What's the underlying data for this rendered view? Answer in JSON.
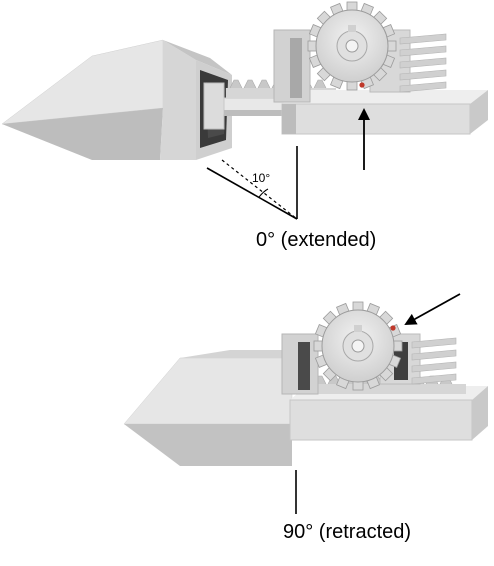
{
  "panels": {
    "extended": {
      "caption": "0° (extended)",
      "angle_label": "10°"
    },
    "retracted": {
      "caption": "90° (retracted)"
    }
  },
  "colors": {
    "light_face": "#e4e4e4",
    "mid_face": "#cfcfcf",
    "dark_face": "#9a9a9a",
    "shadow": "#3a3a3a",
    "marker": "#c0392b",
    "line": "#000000"
  }
}
